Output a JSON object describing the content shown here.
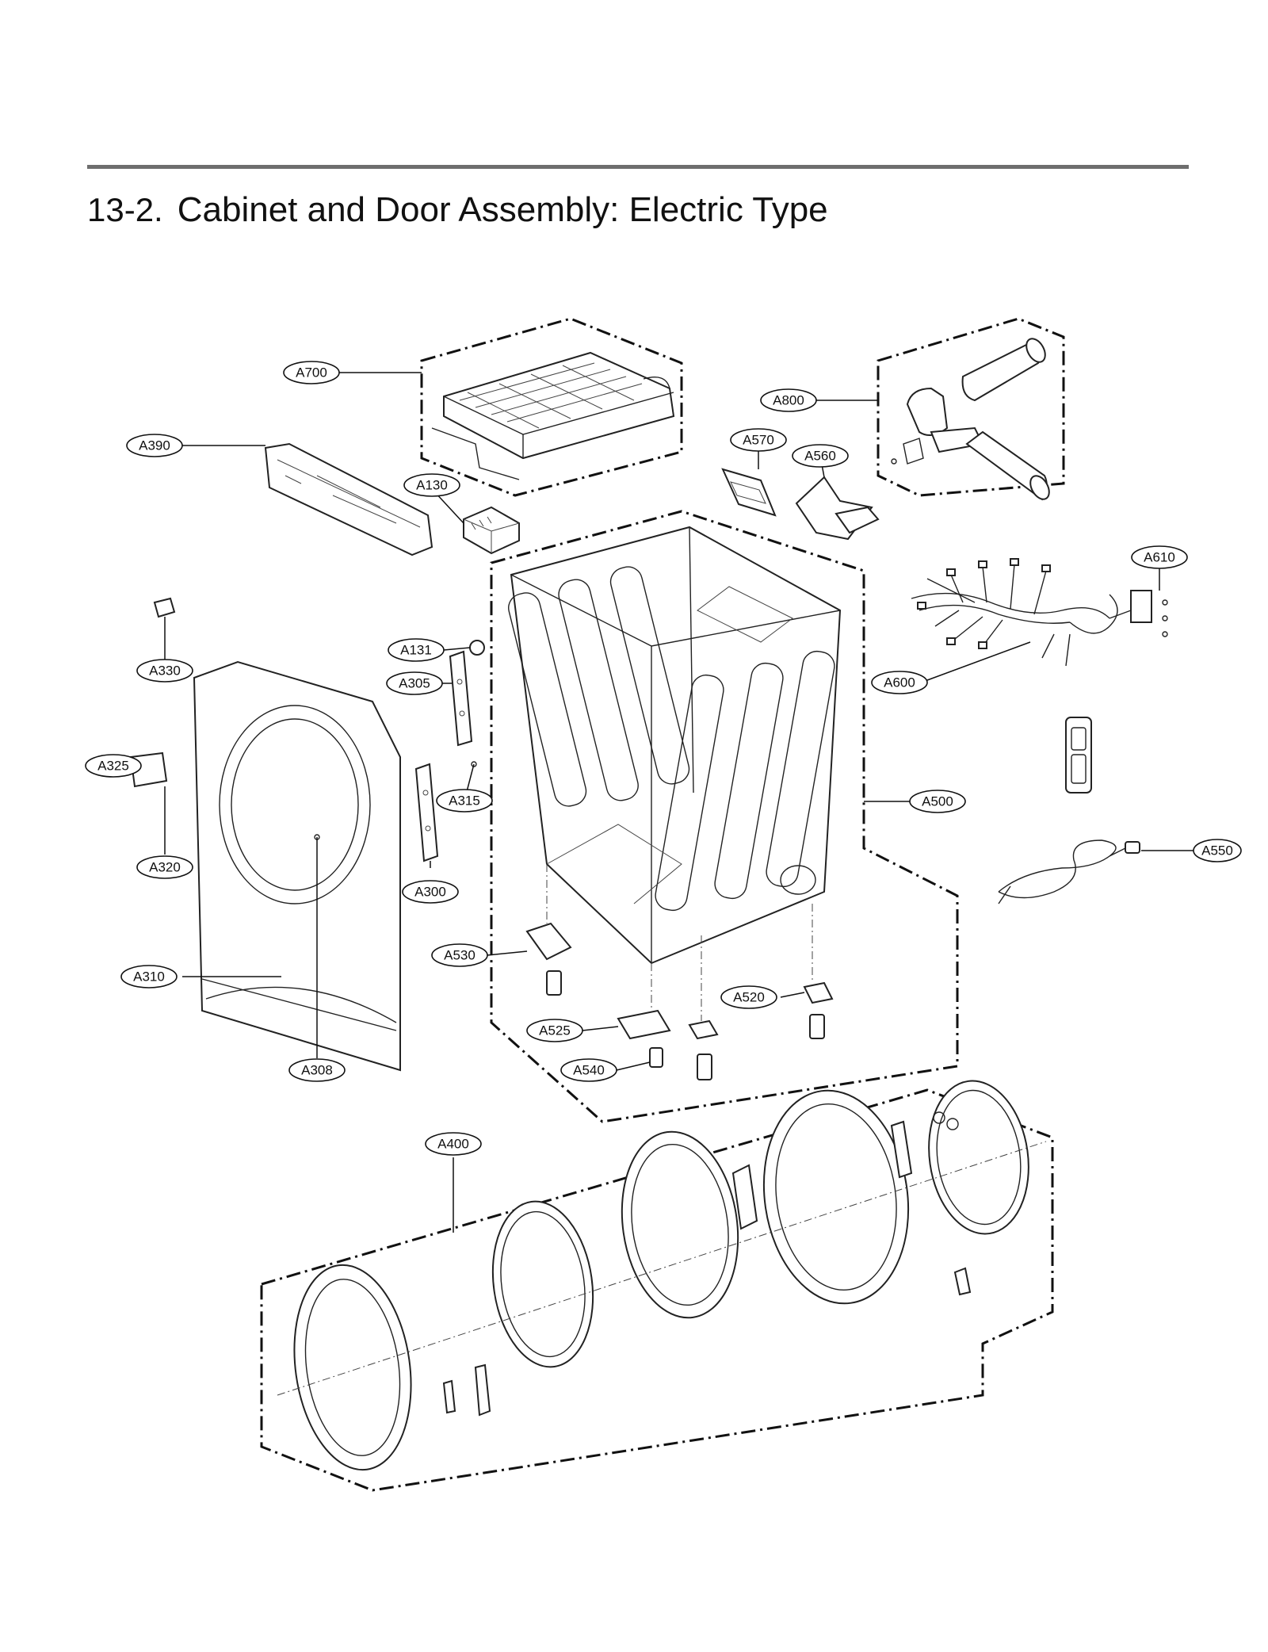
{
  "header": {
    "section_number": "13-2.",
    "title": "Cabinet and Door Assembly: Electric Type"
  },
  "labels": {
    "A700": "A700",
    "A390": "A390",
    "A130": "A130",
    "A800": "A800",
    "A570": "A570",
    "A560": "A560",
    "A610": "A610",
    "A330": "A330",
    "A131": "A131",
    "A305": "A305",
    "A600": "A600",
    "A325": "A325",
    "A315": "A315",
    "A500": "A500",
    "A320": "A320",
    "A300": "A300",
    "A550": "A550",
    "A530": "A530",
    "A310": "A310",
    "A520": "A520",
    "A525": "A525",
    "A540": "A540",
    "A308": "A308",
    "A400": "A400"
  }
}
